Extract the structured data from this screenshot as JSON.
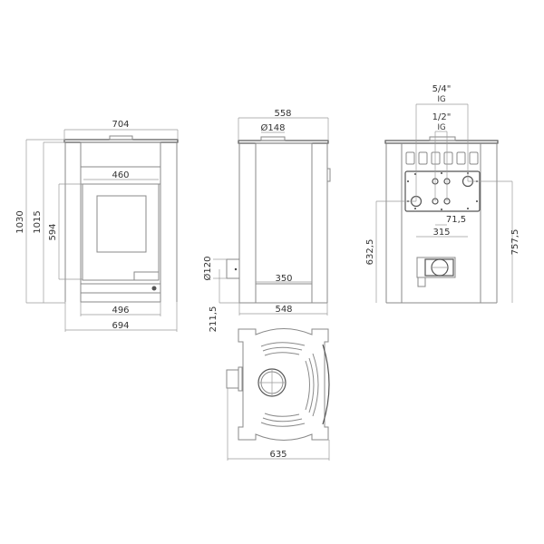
{
  "drawing": {
    "front_view": {
      "width_top": "704",
      "width_firebox": "460",
      "height_total": "1030",
      "height_body": "1015",
      "height_door": "594",
      "width_base_inner": "496",
      "width_base_outer": "694"
    },
    "side_view": {
      "depth_top": "558",
      "flue_top": "Ø148",
      "flue_rear": "Ø120",
      "flue_rear_height": "211,5",
      "base_inner": "350",
      "depth_base": "548"
    },
    "rear_view": {
      "connection_large": "5/4\"",
      "connection_large_thread": "IG",
      "connection_small": "1/2\"",
      "connection_small_thread": "IG",
      "spacing_small": "71,5",
      "spacing_large": "315",
      "height_left": "632,5",
      "height_right": "757,5"
    },
    "plan_view": {
      "width": "635"
    }
  }
}
